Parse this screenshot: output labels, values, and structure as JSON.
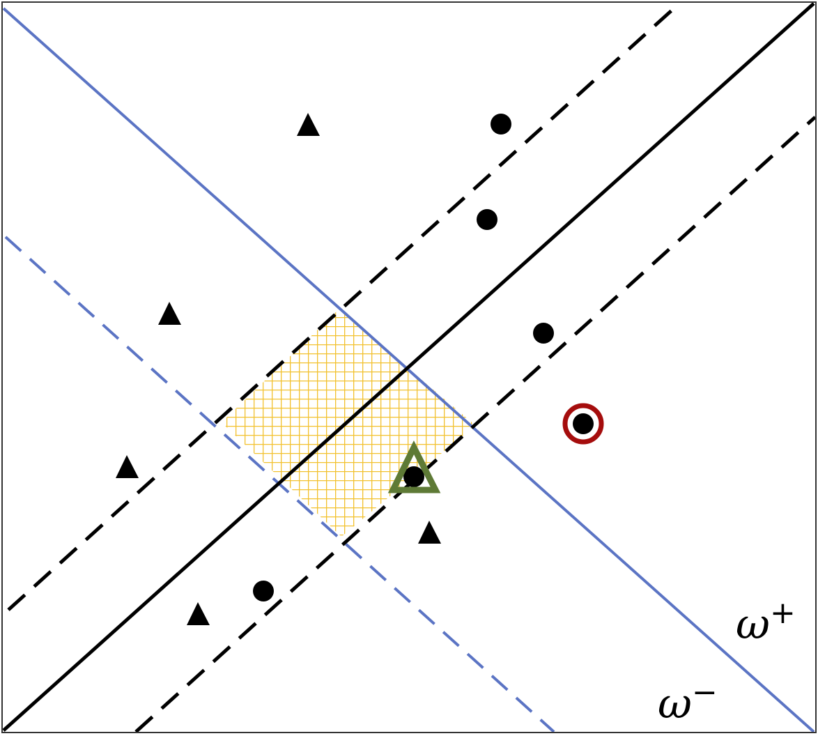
{
  "colors": {
    "frame": "#333333",
    "black_line": "#000000",
    "blue_line": "#5b74c4",
    "hatch": "#f2c12e",
    "outline_circle": "#a50d0d",
    "outline_triangle": "#5e7a36",
    "marker": "#000000"
  },
  "labels": {
    "omega_plus": {
      "symbol": "ω",
      "sup": "+"
    },
    "omega_minus": {
      "symbol": "ω",
      "sup": "−"
    }
  },
  "markers": {
    "circle_count": 7,
    "triangle_count": 6,
    "highlighted_circle": "circle",
    "highlighted_triangle": "triangle"
  }
}
